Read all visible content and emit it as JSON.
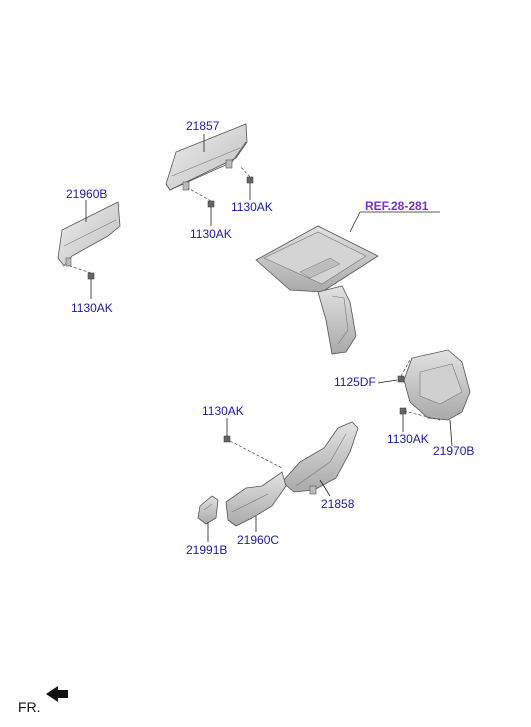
{
  "labels": {
    "p21857": "21857",
    "p21960b": "21960B",
    "p1130ak_a": "1130AK",
    "p1130ak_b": "1130AK",
    "p1130ak_c": "1130AK",
    "ref": "REF.28-281",
    "p1125df": "1125DF",
    "p1130ak_d": "1130AK",
    "p21970b": "21970B",
    "p1130ak_e": "1130AK",
    "p21858": "21858",
    "p21991b": "21991B",
    "p21960c": "21960C",
    "fr": "FR."
  },
  "colors": {
    "label": "#1a1aa8",
    "ref": "#7a2fd0",
    "part_fill": "#d9d9d9",
    "part_stroke": "#555555"
  }
}
